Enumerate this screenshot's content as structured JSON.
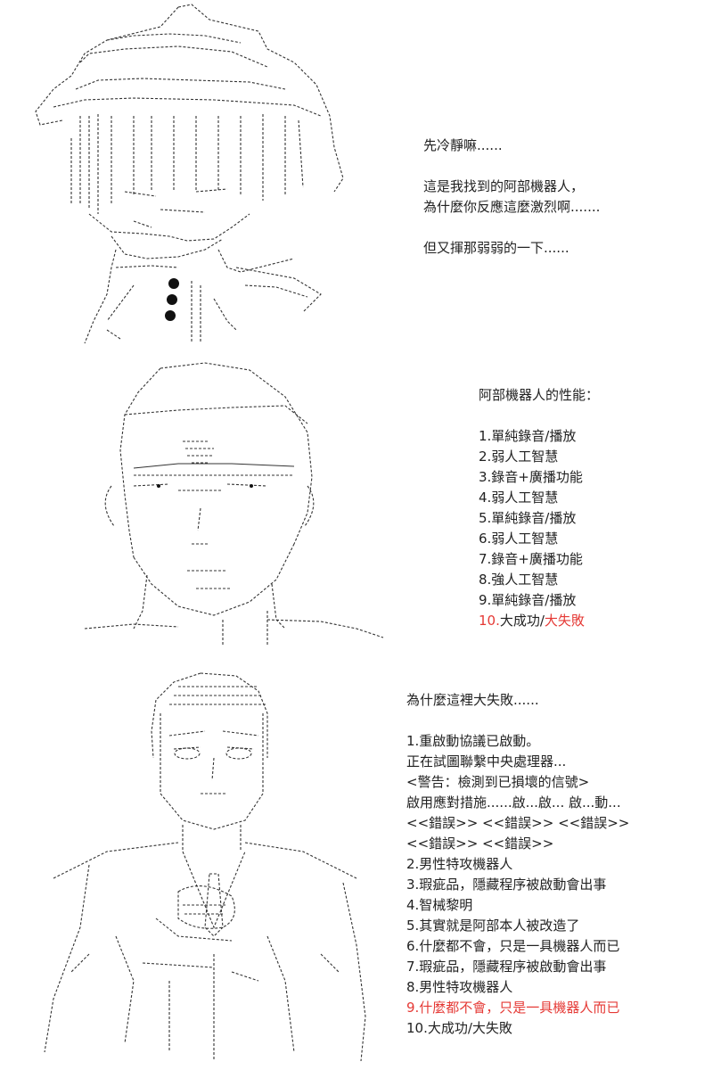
{
  "panel1": {
    "lines": [
      "先冷靜嘛......",
      "",
      "這是我找到的阿部機器人，",
      "為什麼你反應這麼激烈啊.......",
      "",
      "但又揮那弱弱的一下......"
    ]
  },
  "panel2": {
    "title": "阿部機器人的性能：",
    "items": [
      "1.單純錄音/播放",
      "2.弱人工智慧",
      "3.錄音+廣播功能",
      "4.弱人工智慧",
      "5.單純錄音/播放",
      "6.弱人工智慧",
      "7.錄音+廣播功能",
      "8.強人工智慧",
      "9.單純錄音/播放"
    ],
    "last_item": {
      "number": "10.",
      "part1": "大成功/",
      "part2": "大失敗"
    }
  },
  "panel3": {
    "title": "為什麼這裡大失敗......",
    "lines": [
      "1.重啟動協議已啟動。",
      "正在試圖聯繫中央處理器...",
      "<警告：檢測到已損壞的信號>",
      "啟用應對措施......啟...啟... 啟...動...",
      "<<錯誤>> <<錯誤>> <<錯誤>>",
      "<<錯誤>> <<錯誤>>",
      "2.男性特攻機器人",
      "3.瑕疵品，隱藏程序被啟動會出事",
      "4.智械黎明",
      "5.其實就是阿部本人被改造了",
      "6.什麼都不會，只是一具機器人而已",
      "7.瑕疵品，隱藏程序被啟動會出事",
      "8.男性特攻機器人"
    ],
    "red_line": "9.什麼都不會，只是一具機器人而已",
    "final_line": "10.大成功/大失敗"
  },
  "colors": {
    "highlight": "#e53935",
    "ink": "#222222"
  }
}
